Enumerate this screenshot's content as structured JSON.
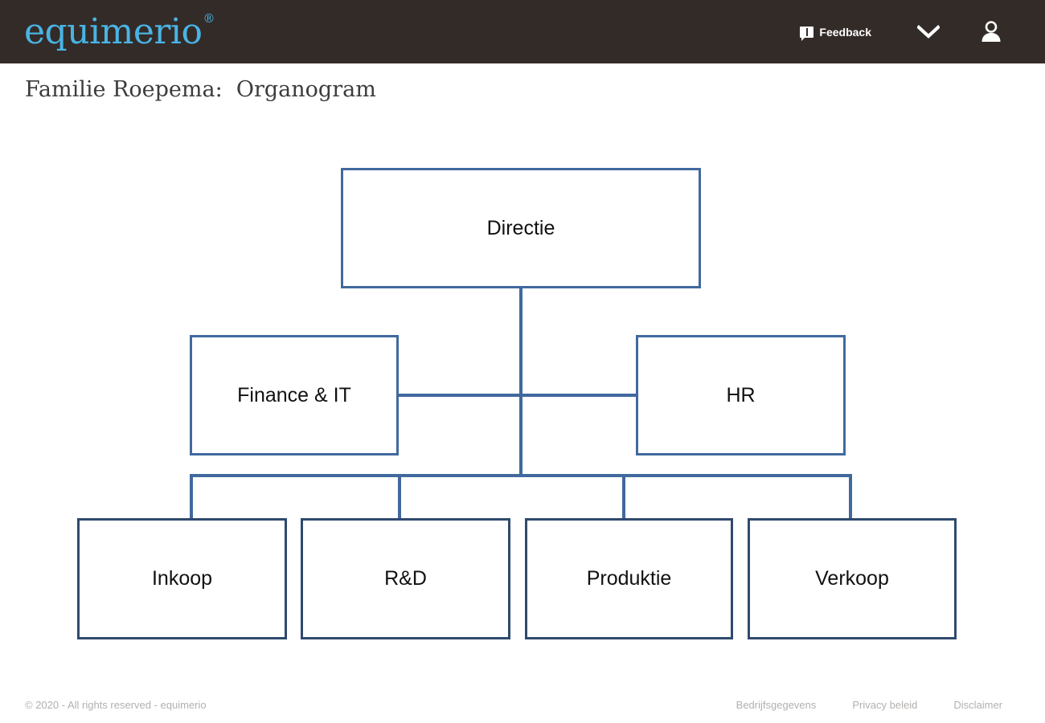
{
  "header": {
    "logo_text": "equimerio",
    "logo_mark": "®",
    "feedback_label": "Feedback",
    "feedback_icon": "speech-bubble-alert-icon",
    "chevron_icon": "chevron-down-icon",
    "account_icon": "person-avatar-icon",
    "background_color": "#332b28",
    "logo_color": "#49b4e4"
  },
  "page": {
    "title": "Familie Roepema:  Organogram"
  },
  "chart_data": {
    "type": "diagram",
    "title": "Familie Roepema:  Organogram",
    "node_border_tier1": "#41699e",
    "node_border_tier2": "#41699e",
    "node_border_tier3": "#2f4a6d",
    "connector_color": "#41699e",
    "nodes": [
      {
        "id": "directie",
        "label": "Directie",
        "tier": 1
      },
      {
        "id": "finance",
        "label": "Finance & IT",
        "tier": 2
      },
      {
        "id": "hr",
        "label": "HR",
        "tier": 2
      },
      {
        "id": "inkoop",
        "label": "Inkoop",
        "tier": 3
      },
      {
        "id": "rd",
        "label": "R&D",
        "tier": 3
      },
      {
        "id": "produktie",
        "label": "Produktie",
        "tier": 3
      },
      {
        "id": "verkoop",
        "label": "Verkoop",
        "tier": 3
      }
    ],
    "edges": [
      {
        "from": "directie",
        "to": "finance"
      },
      {
        "from": "directie",
        "to": "hr"
      },
      {
        "from": "directie",
        "to": "inkoop"
      },
      {
        "from": "directie",
        "to": "rd"
      },
      {
        "from": "directie",
        "to": "produktie"
      },
      {
        "from": "directie",
        "to": "verkoop"
      }
    ]
  },
  "footer": {
    "copyright": "© 2020 - All rights reserved - equimerio",
    "links": [
      {
        "label": "Bedrijfsgegevens"
      },
      {
        "label": "Privacy beleid"
      },
      {
        "label": "Disclaimer"
      }
    ]
  }
}
